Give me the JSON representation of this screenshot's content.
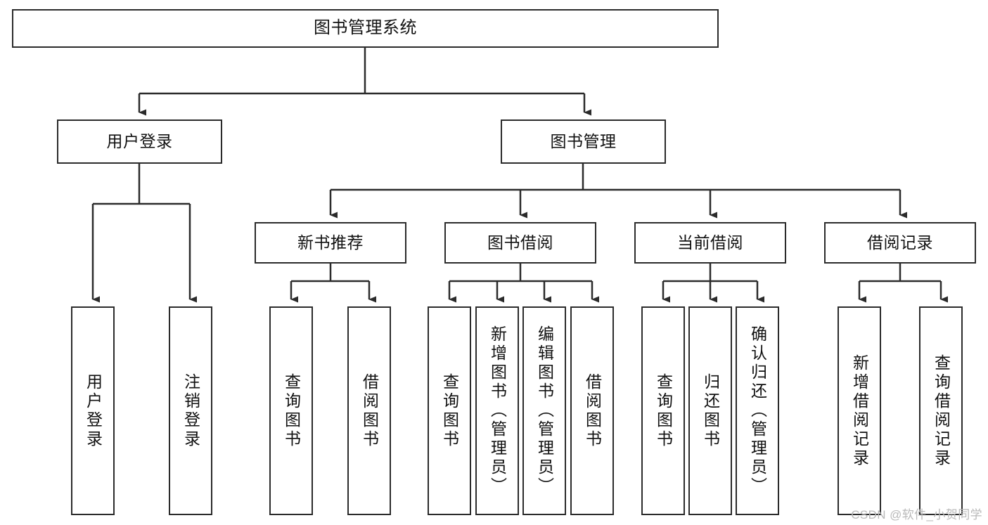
{
  "diagram": {
    "title": "图书管理系统",
    "type": "tree-hierarchy",
    "root": {
      "label": "图书管理系统",
      "id": "root"
    },
    "level2": [
      {
        "id": "user-login",
        "label": "用户登录"
      },
      {
        "id": "book-management",
        "label": "图书管理"
      }
    ],
    "level3": [
      {
        "id": "new-book-recommend",
        "label": "新书推荐",
        "parent": "book-management"
      },
      {
        "id": "book-borrow",
        "label": "图书借阅",
        "parent": "book-management"
      },
      {
        "id": "current-borrow",
        "label": "当前借阅",
        "parent": "book-management"
      },
      {
        "id": "borrow-record",
        "label": "借阅记录",
        "parent": "book-management"
      }
    ],
    "leaves": {
      "user_login": [
        {
          "id": "leaf-user-login",
          "label": "用户登录"
        },
        {
          "id": "leaf-logout-login",
          "label": "注销登录"
        }
      ],
      "new_book_recommend": [
        {
          "id": "leaf-query-book-1",
          "label": "查询图书"
        },
        {
          "id": "leaf-borrow-book-1",
          "label": "借阅图书"
        }
      ],
      "book_borrow": [
        {
          "id": "leaf-query-book-2",
          "label": "查询图书"
        },
        {
          "id": "leaf-add-book",
          "label": "新增图书（管理员）"
        },
        {
          "id": "leaf-edit-book",
          "label": "编辑图书（管理员）"
        },
        {
          "id": "leaf-borrow-book-2",
          "label": "借阅图书"
        }
      ],
      "current_borrow": [
        {
          "id": "leaf-query-book-3",
          "label": "查询图书"
        },
        {
          "id": "leaf-return-book",
          "label": "归还图书"
        },
        {
          "id": "leaf-confirm-return",
          "label": "确认归还（管理员）"
        }
      ],
      "borrow_record": [
        {
          "id": "leaf-add-borrow-record",
          "label": "新增借阅记录"
        },
        {
          "id": "leaf-query-borrow-record",
          "label": "查询借阅记录"
        }
      ]
    },
    "watermark": "CSDN @软件_小贺同学",
    "colors": {
      "stroke": "#2b2b2b",
      "fill": "#ffffff",
      "text": "#111111",
      "watermark": "#b9b9b9"
    }
  }
}
